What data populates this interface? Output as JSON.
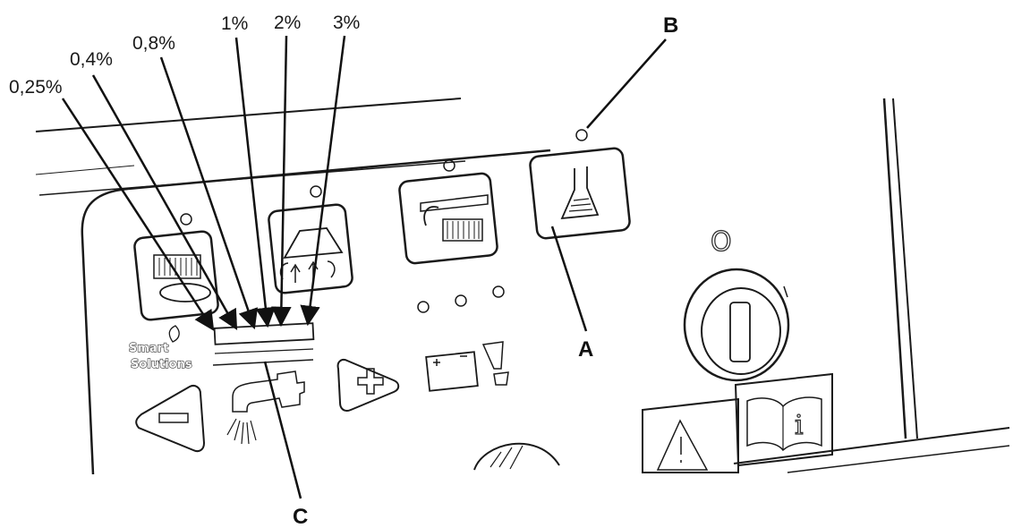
{
  "callouts": {
    "percent_labels": [
      "0,25%",
      "0,4%",
      "0,8%",
      "1%",
      "2%",
      "3%"
    ],
    "letter_a": "A",
    "letter_b": "B",
    "letter_c": "C"
  },
  "panel": {
    "brand_line1": "Smart",
    "brand_line2": "Solutions",
    "switch_mark": "O",
    "info_mark": "i"
  }
}
